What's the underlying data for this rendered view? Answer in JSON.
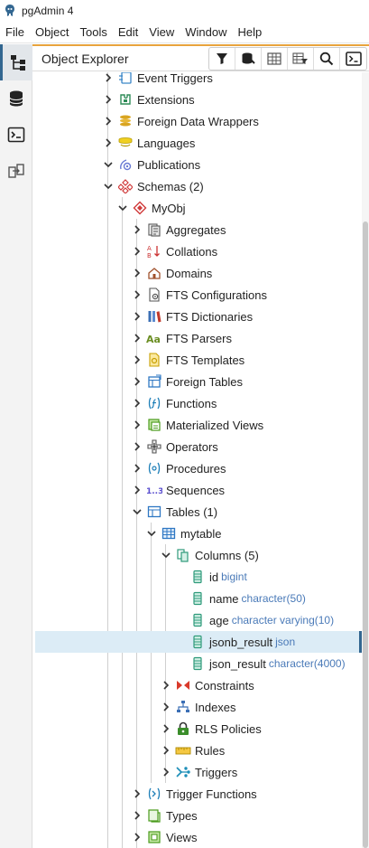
{
  "window": {
    "title": "pgAdmin 4"
  },
  "menu": [
    "File",
    "Object",
    "Tools",
    "Edit",
    "View",
    "Window",
    "Help"
  ],
  "activity_bar": [
    {
      "icon": "object-explorer-icon",
      "active": true
    },
    {
      "icon": "database-icon",
      "active": false
    },
    {
      "icon": "terminal-icon",
      "active": false
    },
    {
      "icon": "schema-diff-icon",
      "active": false
    }
  ],
  "panel": {
    "title": "Object Explorer",
    "toolbar": [
      "filter-icon",
      "query-tool-icon",
      "view-data-icon",
      "filtered-rows-icon",
      "search-icon",
      "psql-icon"
    ]
  },
  "tree": [
    {
      "label": "Event Triggers",
      "icon": "event-triggers-icon",
      "level": 0,
      "state": "collapsed"
    },
    {
      "label": "Extensions",
      "icon": "extensions-icon",
      "level": 0,
      "state": "collapsed"
    },
    {
      "label": "Foreign Data Wrappers",
      "icon": "foreign-data-wrappers-icon",
      "level": 0,
      "state": "collapsed"
    },
    {
      "label": "Languages",
      "icon": "languages-icon",
      "level": 0,
      "state": "collapsed"
    },
    {
      "label": "Publications",
      "icon": "publications-icon",
      "level": 0,
      "state": "expanded"
    },
    {
      "label": "Schemas (2)",
      "icon": "schemas-icon",
      "level": 0,
      "state": "expanded"
    },
    {
      "label": "MyObj",
      "icon": "schema-icon",
      "level": 1,
      "state": "expanded"
    },
    {
      "label": "Aggregates",
      "icon": "aggregates-icon",
      "level": 2,
      "state": "collapsed"
    },
    {
      "label": "Collations",
      "icon": "collations-icon",
      "level": 2,
      "state": "collapsed"
    },
    {
      "label": "Domains",
      "icon": "domains-icon",
      "level": 2,
      "state": "collapsed"
    },
    {
      "label": "FTS Configurations",
      "icon": "fts-configurations-icon",
      "level": 2,
      "state": "collapsed"
    },
    {
      "label": "FTS Dictionaries",
      "icon": "fts-dictionaries-icon",
      "level": 2,
      "state": "collapsed"
    },
    {
      "label": "FTS Parsers",
      "icon": "fts-parsers-icon",
      "level": 2,
      "state": "collapsed"
    },
    {
      "label": "FTS Templates",
      "icon": "fts-templates-icon",
      "level": 2,
      "state": "collapsed"
    },
    {
      "label": "Foreign Tables",
      "icon": "foreign-tables-icon",
      "level": 2,
      "state": "collapsed"
    },
    {
      "label": "Functions",
      "icon": "functions-icon",
      "level": 2,
      "state": "collapsed"
    },
    {
      "label": "Materialized Views",
      "icon": "materialized-views-icon",
      "level": 2,
      "state": "collapsed"
    },
    {
      "label": "Operators",
      "icon": "operators-icon",
      "level": 2,
      "state": "collapsed"
    },
    {
      "label": "Procedures",
      "icon": "procedures-icon",
      "level": 2,
      "state": "collapsed"
    },
    {
      "label": "Sequences",
      "icon": "sequences-icon",
      "level": 2,
      "state": "collapsed"
    },
    {
      "label": "Tables (1)",
      "icon": "tables-icon",
      "level": 2,
      "state": "expanded"
    },
    {
      "label": "mytable",
      "icon": "table-icon",
      "level": 3,
      "state": "expanded"
    },
    {
      "label": "Columns (5)",
      "icon": "columns-icon",
      "level": 4,
      "state": "expanded"
    },
    {
      "label": "id",
      "type": "bigint",
      "icon": "column-icon",
      "level": 5,
      "state": "leaf"
    },
    {
      "label": "name",
      "type": "character(50)",
      "icon": "column-icon",
      "level": 5,
      "state": "leaf"
    },
    {
      "label": "age",
      "type": "character varying(10)",
      "icon": "column-icon",
      "level": 5,
      "state": "leaf"
    },
    {
      "label": "jsonb_result",
      "type": "json",
      "icon": "column-icon",
      "level": 5,
      "state": "leaf",
      "selected": true
    },
    {
      "label": "json_result",
      "type": "character(4000)",
      "icon": "column-icon",
      "level": 5,
      "state": "leaf"
    },
    {
      "label": "Constraints",
      "icon": "constraints-icon",
      "level": 4,
      "state": "collapsed"
    },
    {
      "label": "Indexes",
      "icon": "indexes-icon",
      "level": 4,
      "state": "collapsed"
    },
    {
      "label": "RLS Policies",
      "icon": "rls-policies-icon",
      "level": 4,
      "state": "collapsed"
    },
    {
      "label": "Rules",
      "icon": "rules-icon",
      "level": 4,
      "state": "collapsed"
    },
    {
      "label": "Triggers",
      "icon": "triggers-icon",
      "level": 4,
      "state": "collapsed"
    },
    {
      "label": "Trigger Functions",
      "icon": "trigger-functions-icon",
      "level": 2,
      "state": "collapsed"
    },
    {
      "label": "Types",
      "icon": "types-icon",
      "level": 2,
      "state": "collapsed"
    },
    {
      "label": "Views",
      "icon": "views-icon",
      "level": 2,
      "state": "collapsed"
    }
  ],
  "colors": {
    "accent": "#326690",
    "panel_border": "#e8a33d",
    "selected_bg": "#dcecf6",
    "type_text": "#4a7ab8"
  }
}
